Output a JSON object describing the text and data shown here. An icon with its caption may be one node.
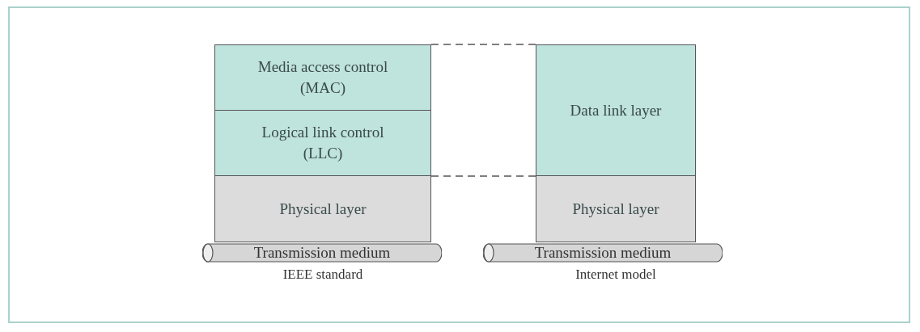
{
  "diagram": {
    "nodes": [
      {
        "text": [
          "Media access control (MAC)"
        ]
      },
      {
        "text": [
          "Logical link control (LLC)"
        ]
      },
      {
        "text": [
          "Physical layer"
        ]
      },
      {
        "text": [
          "Transmission medium"
        ]
      },
      {
        "text": [
          "Data link layer"
        ]
      },
      {
        "text": [
          "Physical layer"
        ]
      },
      {
        "text": [
          "Transmission medium"
        ]
      }
    ],
    "edges": [
      {
        "from": 0,
        "to": 4,
        "arrow": "none",
        "style": "dashed"
      },
      {
        "from": 1,
        "to": 4,
        "arrow": "none",
        "style": "dashed"
      }
    ],
    "labels": [
      "IEEE standard",
      "Internet model"
    ]
  }
}
